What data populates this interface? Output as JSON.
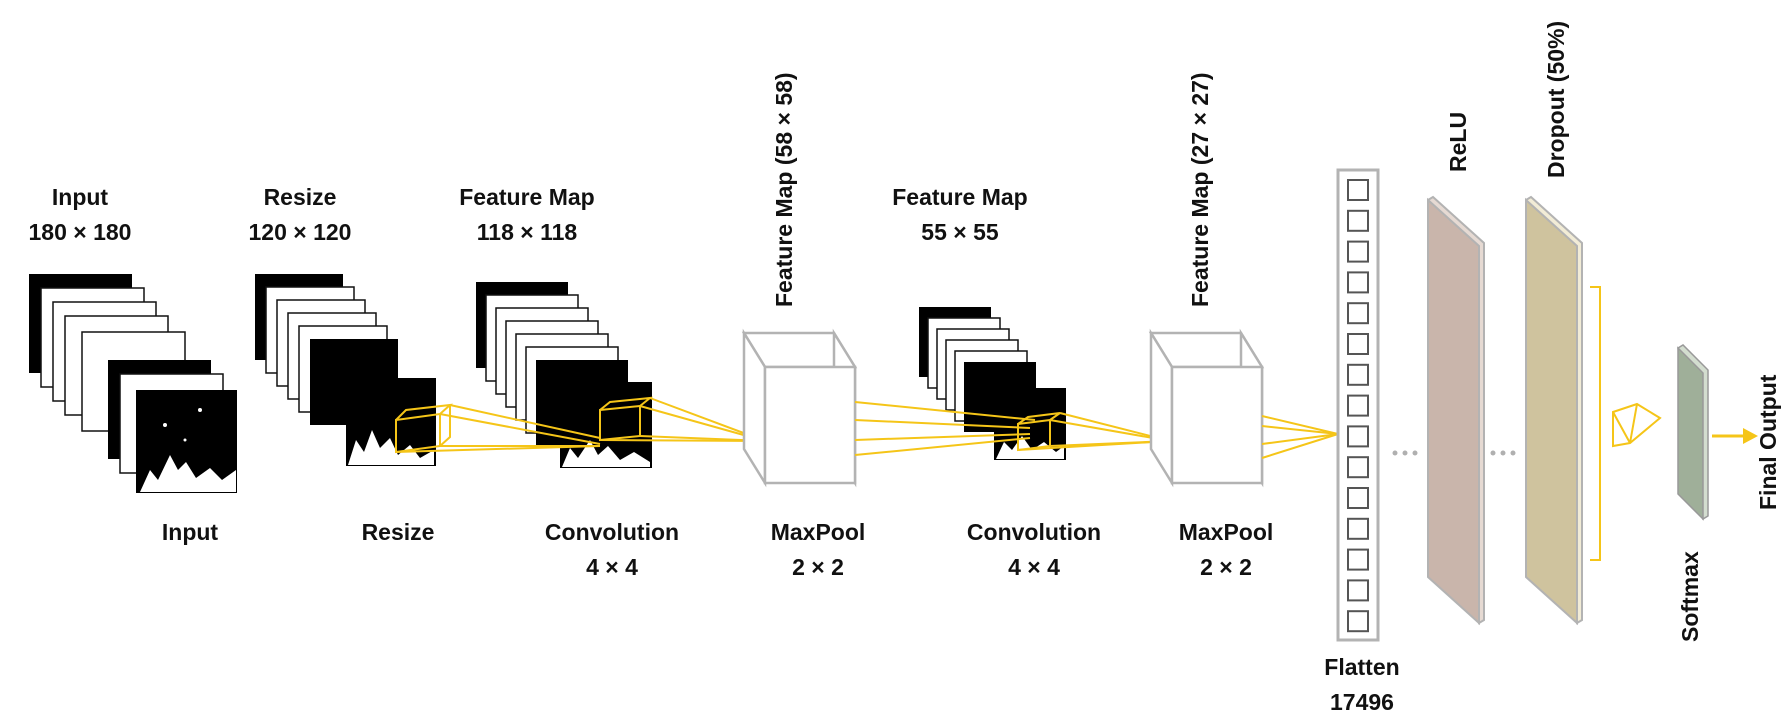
{
  "stages": {
    "input_top": [
      "Input",
      "180 × 180"
    ],
    "resize_top": [
      "Resize",
      "120 × 120"
    ],
    "fmap1_top": [
      "Feature Map",
      "118 × 118"
    ],
    "fmap2_vertical": "Feature Map (58 × 58)",
    "fmap3_top": [
      "Feature Map",
      "55 × 55"
    ],
    "fmap4_vertical": "Feature Map (27 × 27)",
    "relu_vertical": "ReLU",
    "dropout_vertical": "Dropout (50%)",
    "input_bottom": "Input",
    "resize_bottom": "Resize",
    "conv1_bottom": [
      "Convolution",
      "4 × 4"
    ],
    "pool1_bottom": [
      "MaxPool",
      "2 × 2"
    ],
    "conv2_bottom": [
      "Convolution",
      "4 × 4"
    ],
    "pool2_bottom": [
      "MaxPool",
      "2 × 2"
    ],
    "flatten_bottom": [
      "Flatten",
      "17496"
    ],
    "softmax_vertical": "Softmax",
    "final_output_vertical": "Final Output"
  },
  "colors": {
    "connector": "#F5C518",
    "relu_layer": "#C9B5AB",
    "dropout_layer": "#CFC39E",
    "softmax_layer": "#9FAF99",
    "box_outline": "#B3B3B3"
  }
}
